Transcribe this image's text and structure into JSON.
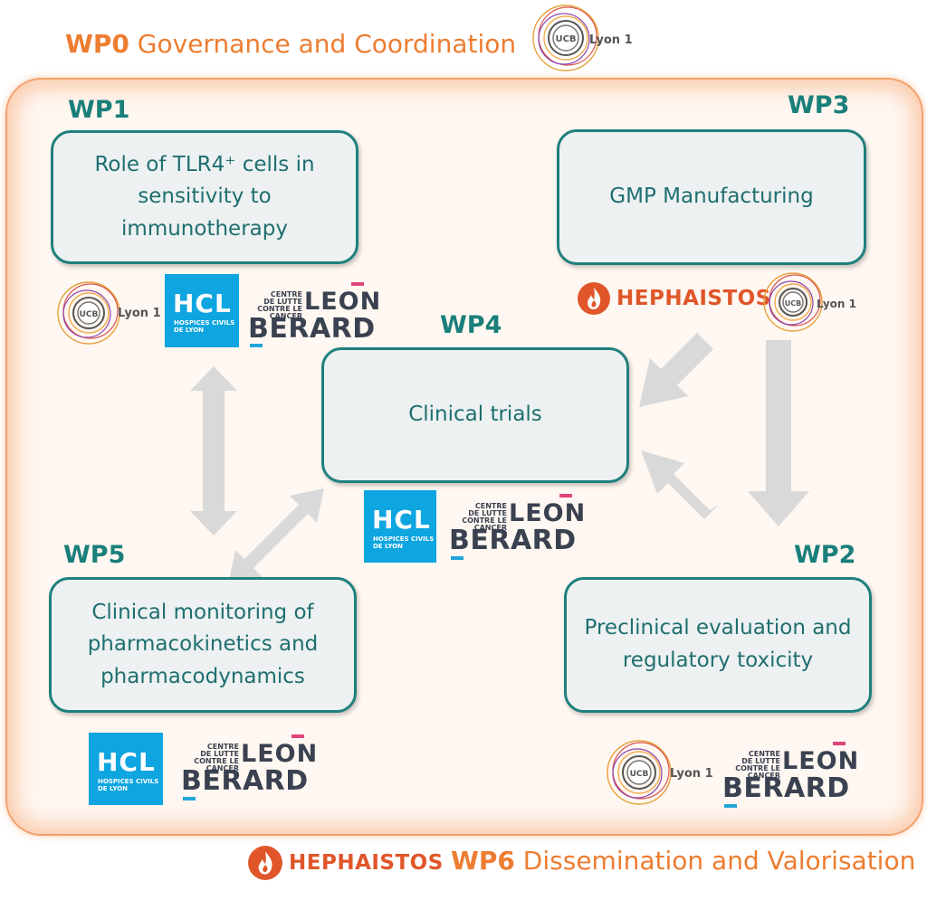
{
  "wp0": {
    "code": "WP0",
    "text": "Governance and Coordination"
  },
  "wp6": {
    "code": "WP6",
    "text": "Dissemination and Valorisation"
  },
  "work_packages": [
    {
      "code": "WP1",
      "text": "Role of TLR4⁺ cells in sensitivity to immunotherapy"
    },
    {
      "code": "WP3",
      "text": "GMP Manufacturing"
    },
    {
      "code": "WP4",
      "text": "Clinical trials"
    },
    {
      "code": "WP5",
      "text": "Clinical monitoring of pharmacokinetics and pharmacodynamics"
    },
    {
      "code": "WP2",
      "text": "Preclinical evaluation and regulatory toxicity"
    }
  ],
  "logos": {
    "lyon1_badge": "UCB",
    "lyon1_label": "Lyon 1",
    "hcl_main": "HCL",
    "hcl_sub_1": "HOSPICES CIVILS",
    "hcl_sub_2": "DE LYON",
    "clb_centre_1": "CENTRE",
    "clb_centre_2": "DE LUTTE",
    "clb_centre_3": "CONTRE LE CANCER",
    "clb_leon": "LEON",
    "clb_berard": "BERARD",
    "hephaistos": "HEPHAISTOS"
  },
  "colors": {
    "accent_orange": "#ed7d31",
    "teal": "#1f807c",
    "arrow_grey": "#d9d9d9",
    "hcl_blue": "#0ea5e0",
    "hephaistos_red": "#e0562a"
  },
  "icons": [
    "lyon1-logo",
    "hcl-logo",
    "centre-leon-berard-logo",
    "hephaistos-flame-icon"
  ]
}
